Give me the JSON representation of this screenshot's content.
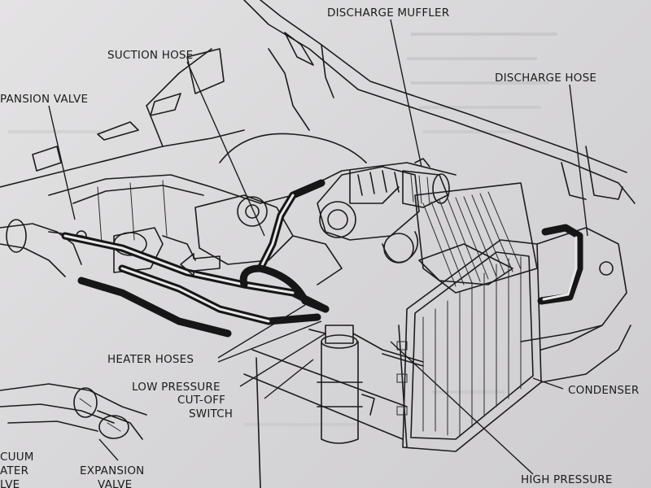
{
  "labels": {
    "discharge_muffler": "DISCHARGE MUFFLER",
    "suction_hose": "SUCTION HOSE",
    "discharge_hose": "DISCHARGE HOSE",
    "expansion_valve_top": "PANSION VALVE",
    "heater_hoses": "HEATER HOSES",
    "low_pressure": "LOW PRESSURE",
    "cut_off": "CUT-OFF",
    "switch": "SWITCH",
    "condenser": "CONDENSER",
    "high_pressure": "HIGH PRESSURE",
    "expansion_valve_bottom_1": "EXPANSION",
    "expansion_valve_bottom_2": "VALVE",
    "vacuum_1": "CUUM",
    "vacuum_2": "ATER",
    "vacuum_3": "LVE"
  },
  "colors": {
    "paper": "#d8d7d8",
    "ink": "#1c1c1c"
  }
}
